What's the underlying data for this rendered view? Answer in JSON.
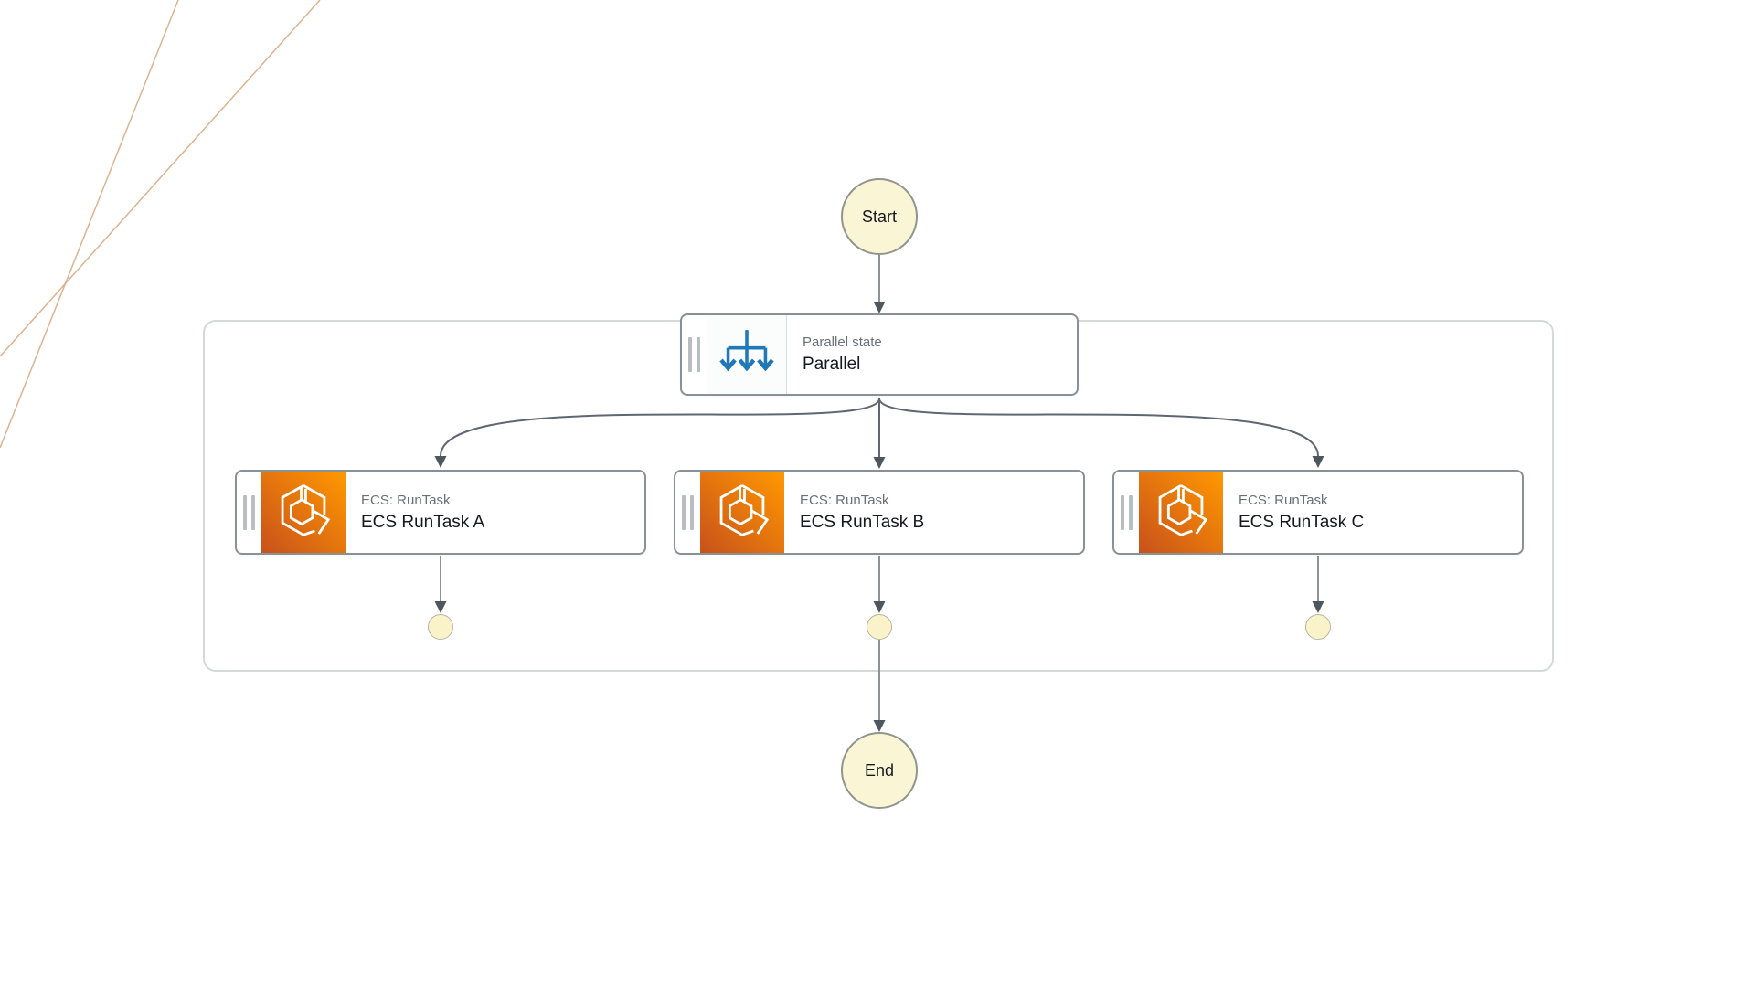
{
  "app": {
    "view": "workflow-graph-canvas"
  },
  "decor": {
    "diagonal_line_color": "#d6a67c"
  },
  "palette": {
    "node_border": "#879196",
    "container_border": "#d5d9d9",
    "connector_line": "#8c9298",
    "branch_curve": "#5f6872",
    "arrowhead": "#4e565e",
    "terminal_fill": "#faf5d4",
    "terminal_border": "#90958e",
    "dot_fill": "#faf3c9",
    "type_label_color": "#687078",
    "name_color": "#16191f",
    "parallel_icon_blue": "#2078b8",
    "ecs_icon_gradient_start": "#C8511B",
    "ecs_icon_gradient_end": "#FF9900"
  },
  "workflow": {
    "start_label": "Start",
    "end_label": "End",
    "parallel_node": {
      "type_label": "Parallel state",
      "name": "Parallel",
      "icon": "parallel-fork-icon"
    },
    "branch_nodes": [
      {
        "type_label": "ECS: RunTask",
        "name": "ECS RunTask A",
        "icon": "ecs-service-icon"
      },
      {
        "type_label": "ECS: RunTask",
        "name": "ECS RunTask B",
        "icon": "ecs-service-icon"
      },
      {
        "type_label": "ECS: RunTask",
        "name": "ECS RunTask C",
        "icon": "ecs-service-icon"
      }
    ]
  }
}
